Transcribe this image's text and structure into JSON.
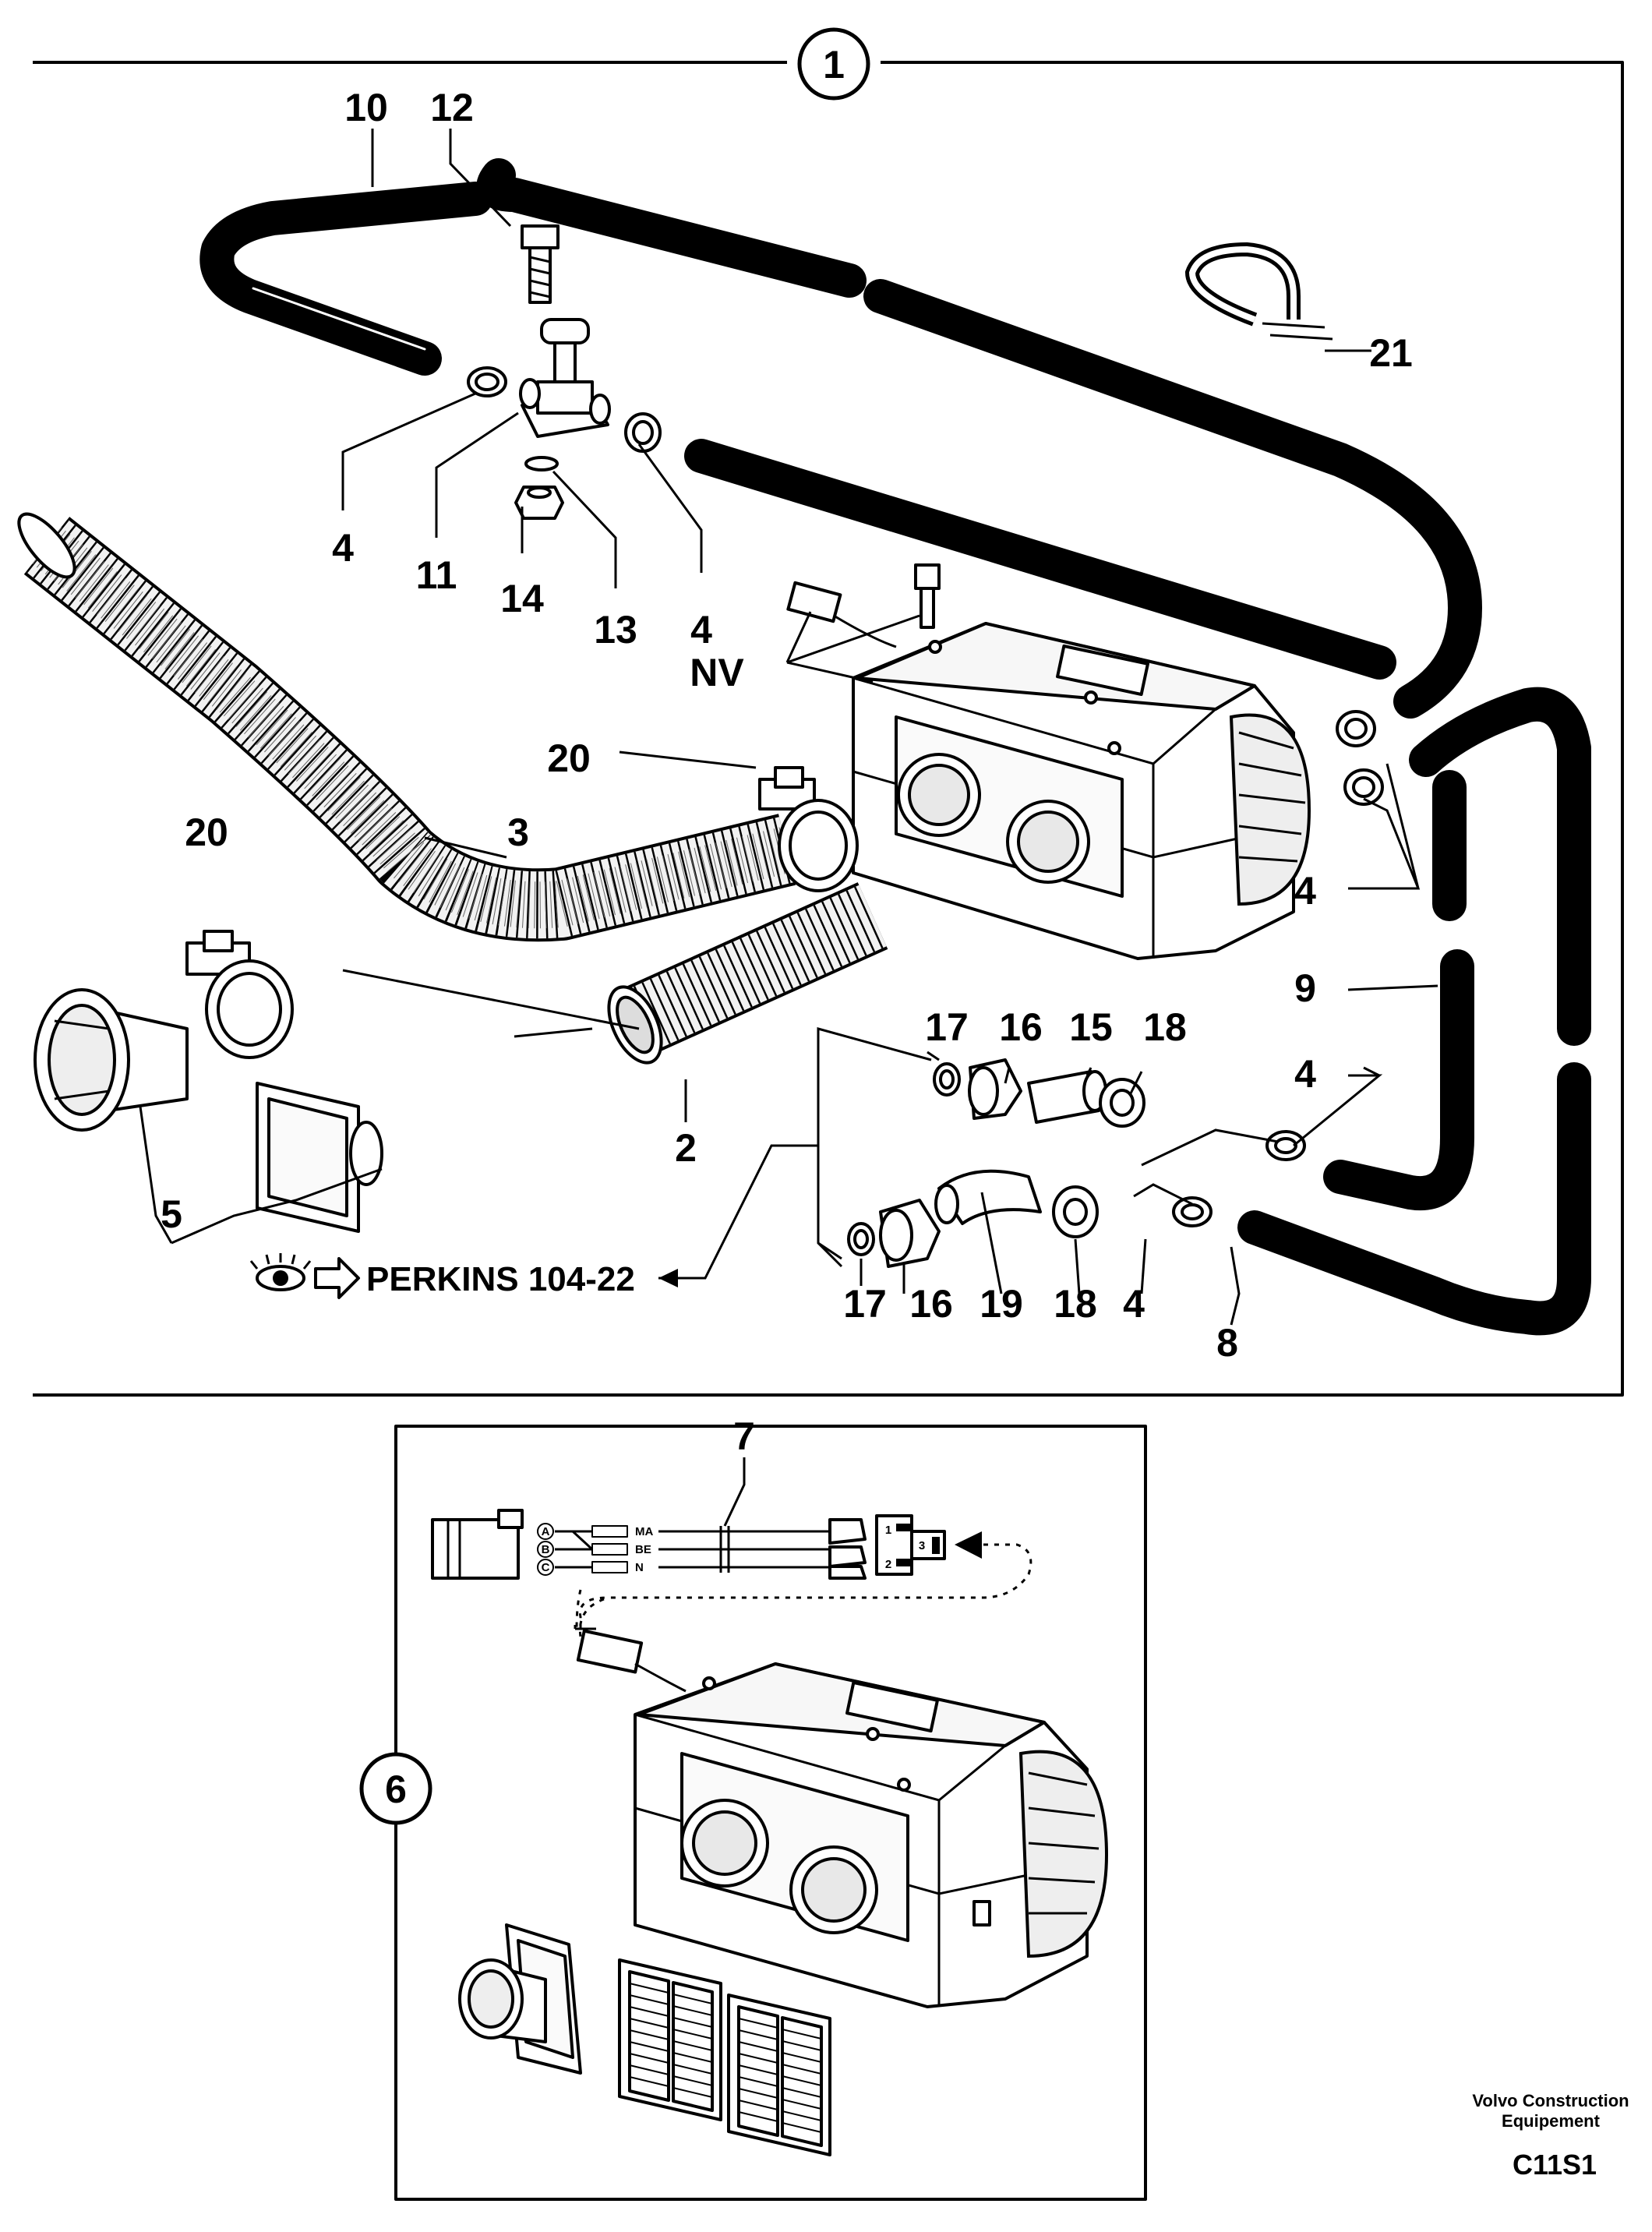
{
  "callouts": {
    "c1": "1",
    "c2": "2",
    "c3": "3",
    "c4a": "4",
    "c4b": "4",
    "c4c": "4",
    "c4d": "4",
    "c4e": "4",
    "c5": "5",
    "c6": "6",
    "c7": "7",
    "c8": "8",
    "c9": "9",
    "c10": "10",
    "c11": "11",
    "c12": "12",
    "c13": "13",
    "c14": "14",
    "c15": "15",
    "c16a": "16",
    "c16b": "16",
    "c17a": "17",
    "c17b": "17",
    "c18a": "18",
    "c18b": "18",
    "c19": "19",
    "c20a": "20",
    "c20b": "20",
    "c21": "21",
    "nv": "NV"
  },
  "reference": {
    "text": "PERKINS 104-22",
    "icons": [
      "eye-icon",
      "arrow-right-icon"
    ]
  },
  "wiring": {
    "pins": [
      "A",
      "B",
      "C"
    ],
    "wire_colors": [
      "MA",
      "BE",
      "N"
    ],
    "connector_pins": [
      "1",
      "3",
      "2"
    ]
  },
  "credit": {
    "line1": "Volvo Construction",
    "line2": "Equipement",
    "code": "C11S1"
  },
  "colors": {
    "ink": "#000000",
    "paper": "#ffffff"
  }
}
